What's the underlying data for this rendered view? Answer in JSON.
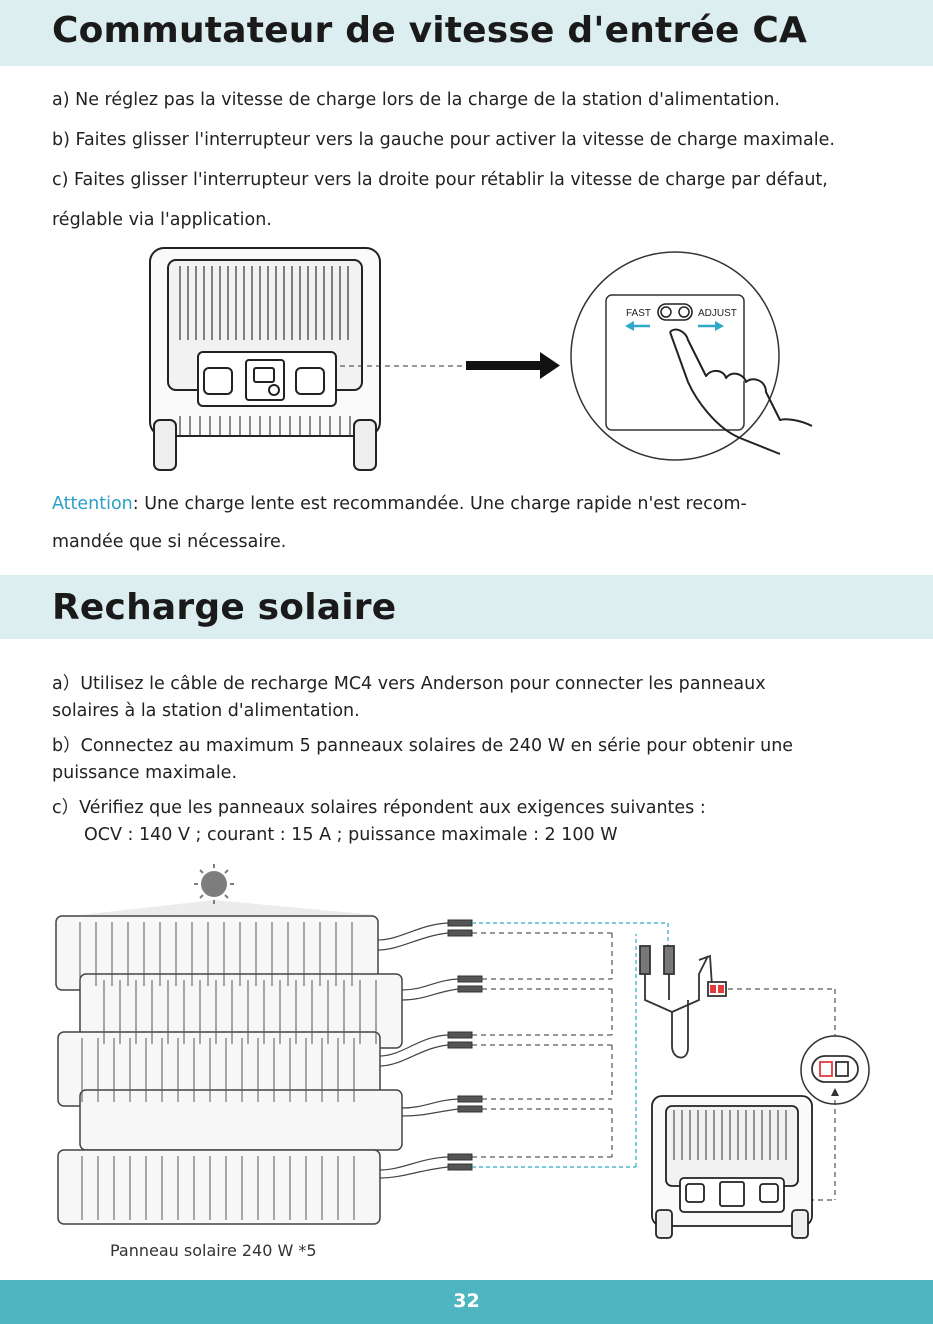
{
  "section1": {
    "title": "Commutateur de vitesse d'entrée CA",
    "items": [
      "a) Ne réglez pas la vitesse de charge lors de la charge de la station d'alimentation.",
      "b) Faites glisser l'interrupteur vers la gauche pour activer la vitesse de charge maximale.",
      "c) Faites glisser l'interrupteur vers la droite pour rétablir la vitesse de charge par défaut,",
      "réglable via l'application."
    ],
    "switch_labels": {
      "fast": "FAST",
      "adjust": "ADJUST"
    },
    "attention_label": "Attention",
    "attention_text_1": ": Une charge lente est recommandée. Une charge rapide n'est recom-",
    "attention_text_2": "mandée que si nécessaire."
  },
  "section2": {
    "title": "Recharge solaire",
    "items": [
      "a）Utilisez le câble de recharge MC4 vers Anderson pour connecter les panneaux",
      "solaires à la station d'alimentation.",
      "b）Connectez au maximum 5 panneaux solaires de 240 W en série pour obtenir une",
      "puissance maximale.",
      "c）Vérifiez que les panneaux solaires répondent aux exigences suivantes :",
      "OCV : 140 V ; courant : 15 A ; puissance maximale : 2 100 W"
    ],
    "caption": "Panneau solaire 240 W *5"
  },
  "footer": {
    "page_number": "32"
  },
  "colors": {
    "band": "#ddeef1",
    "accent": "#2b9fc4",
    "footer": "#4fb5c0",
    "arrow": "#2fa9c9",
    "anderson": "#e23b3b"
  }
}
